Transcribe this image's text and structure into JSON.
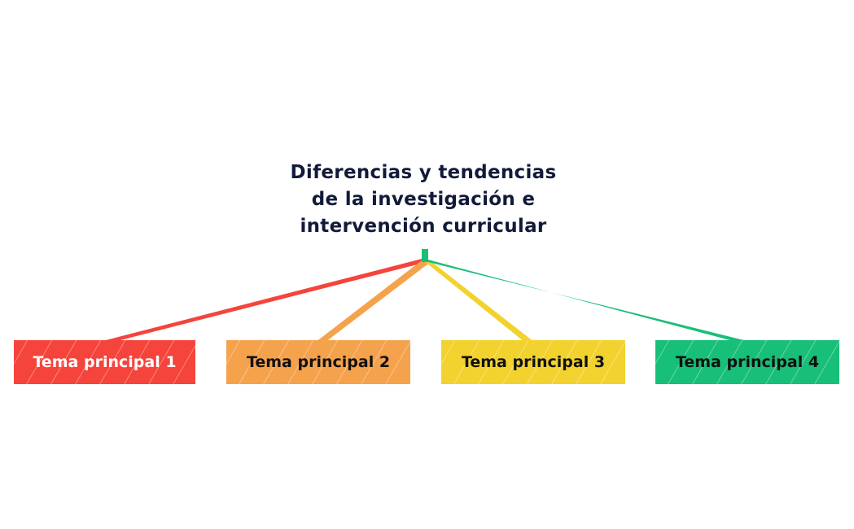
{
  "diagram": {
    "central_topic": {
      "lines": [
        "Diferencias y tendencias",
        "de la investigación e",
        "intervención curricular"
      ],
      "color": "#121a3a"
    },
    "topics": [
      {
        "label": "Tema principal 1",
        "fill": "#f5443c",
        "text_color": "#ffffff"
      },
      {
        "label": "Tema principal 2",
        "fill": "#f5a24d",
        "text_color": "#111111"
      },
      {
        "label": "Tema principal 3",
        "fill": "#f2d22e",
        "text_color": "#111111"
      },
      {
        "label": "Tema principal 4",
        "fill": "#17bf78",
        "text_color": "#111111"
      }
    ]
  }
}
